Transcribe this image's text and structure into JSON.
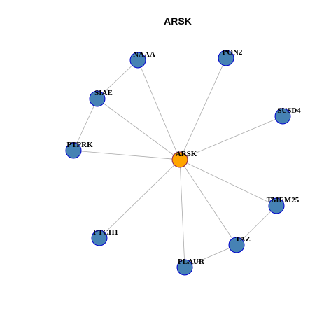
{
  "title": "ARSK",
  "colors": {
    "center_fill": "#FFA500",
    "center_stroke": "#8B2252",
    "node_fill": "#4682B4",
    "node_stroke": "#0000CD",
    "edge": "#aaaaaa",
    "background": "#ffffff"
  },
  "center": "ARSK",
  "nodes": [
    {
      "id": "ARSK",
      "label": "ARSK",
      "center": true
    },
    {
      "id": "NAAA",
      "label": "NAAA"
    },
    {
      "id": "PON2",
      "label": "PON2"
    },
    {
      "id": "SIAE",
      "label": "SIAE"
    },
    {
      "id": "SUSD4",
      "label": "SUSD4"
    },
    {
      "id": "PTPRK",
      "label": "PTPRK"
    },
    {
      "id": "TMEM25",
      "label": "TMEM25"
    },
    {
      "id": "PTCH1",
      "label": "PTCH1"
    },
    {
      "id": "TAZ",
      "label": "TAZ"
    },
    {
      "id": "PLAUR",
      "label": "PLAUR"
    }
  ],
  "edges": [
    [
      "ARSK",
      "NAAA"
    ],
    [
      "ARSK",
      "PON2"
    ],
    [
      "ARSK",
      "SIAE"
    ],
    [
      "ARSK",
      "SUSD4"
    ],
    [
      "ARSK",
      "PTPRK"
    ],
    [
      "ARSK",
      "TMEM25"
    ],
    [
      "ARSK",
      "PTCH1"
    ],
    [
      "ARSK",
      "TAZ"
    ],
    [
      "ARSK",
      "PLAUR"
    ],
    [
      "NAAA",
      "SIAE"
    ],
    [
      "SIAE",
      "PTPRK"
    ],
    [
      "TMEM25",
      "TAZ"
    ],
    [
      "TAZ",
      "PLAUR"
    ]
  ]
}
